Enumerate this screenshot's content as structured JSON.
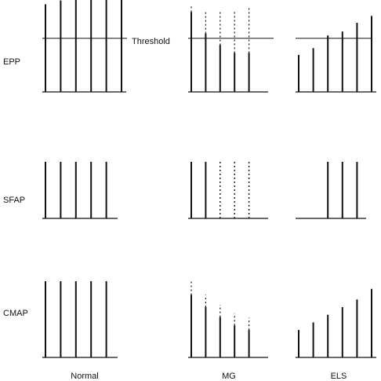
{
  "labels": {
    "threshold": "Threshold",
    "rows": {
      "epp": "EPP",
      "sfap": "SFAP",
      "cmap": "CMAP"
    },
    "columns": {
      "normal": "Normal",
      "mg": "MG",
      "els": "ELS"
    }
  },
  "stroke_color": "#111111",
  "threshold_level": 0.55,
  "panels": {
    "epp": {
      "normal": {
        "solid": [
          0.9,
          0.94,
          0.98,
          1.0,
          1.0,
          1.06
        ],
        "dashed": []
      },
      "mg": {
        "solid": [
          0.82,
          0.6,
          0.48,
          0.4,
          0.4
        ],
        "dashed": [
          0.9,
          0.82,
          0.82,
          0.84,
          0.86
        ]
      },
      "els": {
        "solid": [
          0.38,
          0.45,
          0.58,
          0.62,
          0.71,
          0.78
        ],
        "dashed": []
      }
    },
    "sfap": {
      "normal": {
        "solid": [
          1,
          1,
          1,
          1,
          1
        ],
        "dashed": [],
        "baseline_start": 0
      },
      "mg": {
        "solid": [
          1,
          1
        ],
        "dashed": [
          1,
          1,
          1
        ],
        "baseline_start": 0
      },
      "els": {
        "solid": [
          1,
          1,
          1
        ],
        "dashed": [],
        "baseline_start": 0.6
      }
    },
    "cmap": {
      "normal": {
        "solid": [
          1,
          1,
          1,
          1,
          1
        ],
        "dashed": []
      },
      "mg": {
        "solid": [
          0.82,
          0.66,
          0.53,
          0.42,
          0.36
        ],
        "dashed": [
          0.18,
          0.16,
          0.16,
          0.16,
          0.16
        ]
      },
      "els": {
        "solid": [
          0.36,
          0.46,
          0.56,
          0.66,
          0.76,
          0.9
        ],
        "dashed": []
      }
    }
  }
}
